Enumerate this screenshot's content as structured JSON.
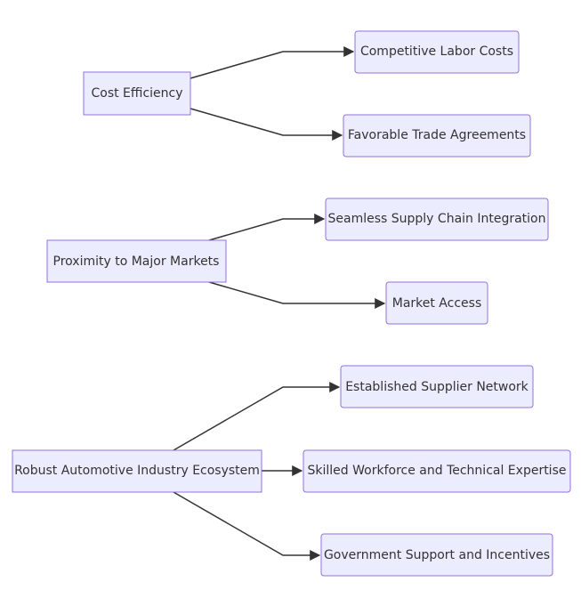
{
  "diagram": {
    "nodes": {
      "cost_efficiency": "Cost Efficiency",
      "competitive_labor_costs": "Competitive Labor Costs",
      "favorable_trade_agreements": "Favorable Trade Agreements",
      "proximity_to_major_markets": "Proximity to Major Markets",
      "seamless_supply_chain": "Seamless Supply Chain Integration",
      "market_access": "Market Access",
      "robust_automotive_ecosystem": "Robust Automotive Industry Ecosystem",
      "established_supplier_network": "Established Supplier Network",
      "skilled_workforce": "Skilled Workforce and Technical Expertise",
      "government_support": "Government Support and Incentives"
    },
    "edges": [
      {
        "from": "cost_efficiency",
        "to": "competitive_labor_costs"
      },
      {
        "from": "cost_efficiency",
        "to": "favorable_trade_agreements"
      },
      {
        "from": "proximity_to_major_markets",
        "to": "seamless_supply_chain"
      },
      {
        "from": "proximity_to_major_markets",
        "to": "market_access"
      },
      {
        "from": "robust_automotive_ecosystem",
        "to": "established_supplier_network"
      },
      {
        "from": "robust_automotive_ecosystem",
        "to": "skilled_workforce"
      },
      {
        "from": "robust_automotive_ecosystem",
        "to": "government_support"
      }
    ],
    "colors": {
      "node_fill": "#ECECFF",
      "node_stroke": "#9370DB",
      "edge": "#333333",
      "text": "#333333"
    }
  }
}
